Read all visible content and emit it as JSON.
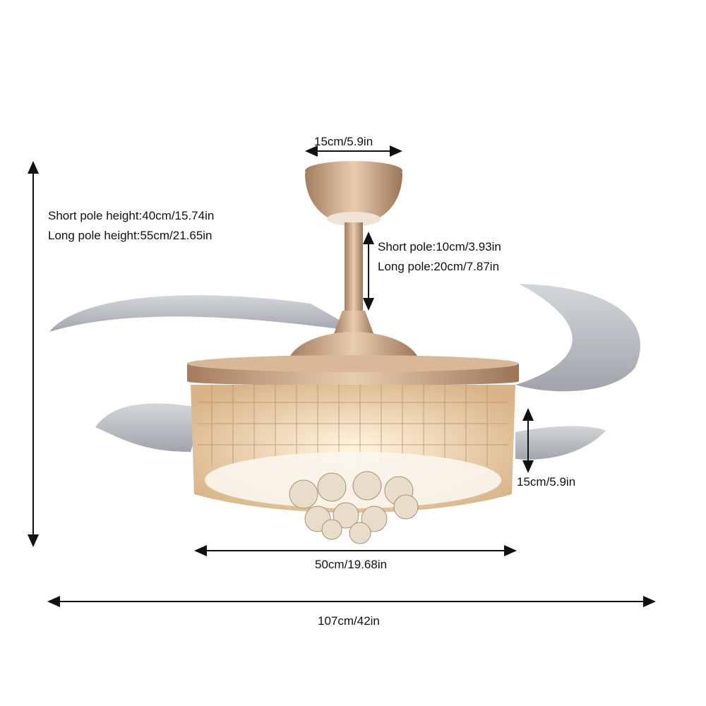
{
  "dimensions": {
    "canopy_width": "15cm/5.9in",
    "short_pole_height": "Short pole height:40cm/15.74in",
    "long_pole_height": "Long pole height:55cm/21.65in",
    "short_pole": "Short pole:10cm/3.93in",
    "long_pole": "Long pole:20cm/7.87in",
    "body_height": "15cm/5.9in",
    "body_width": "50cm/19.68in",
    "total_span": "107cm/42in"
  },
  "colors": {
    "gold": "#c9a27a",
    "blade": "#9a9ea4",
    "arrow": "#111111"
  }
}
